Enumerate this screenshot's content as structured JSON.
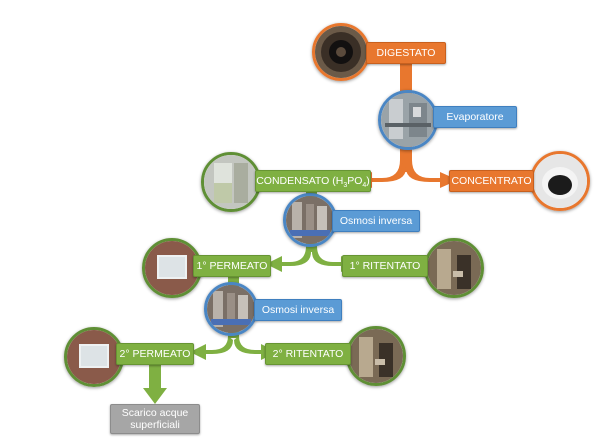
{
  "nodes": {
    "digestato": "DIGESTATO",
    "evaporatore": "Evaporatore",
    "condensato_prefix": "CONDENSATO (H",
    "condensato_sub1": "3",
    "condensato_mid": "PO",
    "condensato_sub2": "4",
    "condensato_suffix": ")",
    "concentrato": "CONCENTRATO",
    "osmosi_1": "Osmosi inversa",
    "permeato_1": "1° PERMEATO",
    "ritentato_1": "1° RITENTATO",
    "osmosi_2": "Osmosi inversa",
    "permeato_2": "2° PERMEATO",
    "ritentato_2": "2° RITENTATO",
    "scarico_line1": "Scarico acque",
    "scarico_line2": "superficiali"
  },
  "colors": {
    "orange": "#e8772e",
    "green": "#7fb042",
    "blue": "#5b9bd5",
    "grey": "#a6a6a6"
  },
  "icons": [
    "digestate-tank-photo",
    "evaporator-photo",
    "condensate-photo",
    "concentrate-photo",
    "reverse-osmosis-photo",
    "permeate-photo",
    "retentate-photo"
  ]
}
